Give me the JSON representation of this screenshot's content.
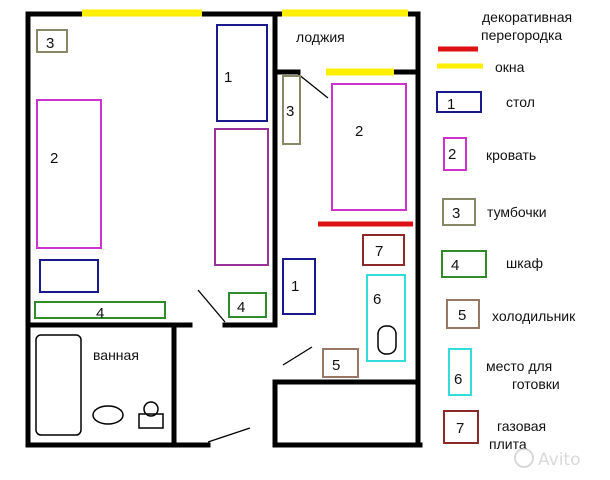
{
  "rooms": {
    "loggia": "лоджия",
    "bathroom": "ванная"
  },
  "legend": {
    "partition": "декоративная перегородка",
    "partition_line1": "декоративная",
    "partition_line2": "перегородка",
    "windows": "окна",
    "items": [
      {
        "num": "1",
        "label": "стол",
        "color": "#1a1a8c"
      },
      {
        "num": "2",
        "label": "кровать",
        "color": "#cc33cc"
      },
      {
        "num": "3",
        "label": "тумбочки",
        "color": "#888866"
      },
      {
        "num": "4",
        "label": "шкаф",
        "color": "#2e8b2e"
      },
      {
        "num": "5",
        "label": "холодильник",
        "color": "#997766"
      },
      {
        "num": "6",
        "label": "место для готовки",
        "label_line1": "место для",
        "label_line2": "готовки",
        "color": "#33dddd"
      },
      {
        "num": "7",
        "label": "газовая плита",
        "label_line1": "газовая",
        "label_line2": "плита",
        "color": "#8b2a2a"
      }
    ]
  },
  "furniture": {
    "table_left_num": "1",
    "table_right_num": "1",
    "bed_left_num": "2",
    "bed_right_num": "2",
    "nightstand_left_num": "3",
    "nightstand_right_num": "3",
    "wardrobe_left_num": "4",
    "wardrobe_right_num": "4",
    "fridge_num": "5",
    "cooking_num": "6",
    "stove_num": "7"
  },
  "colors": {
    "wall": "#000000",
    "window": "#ffee00",
    "partition": "#dd1111"
  },
  "watermark": "Avito"
}
